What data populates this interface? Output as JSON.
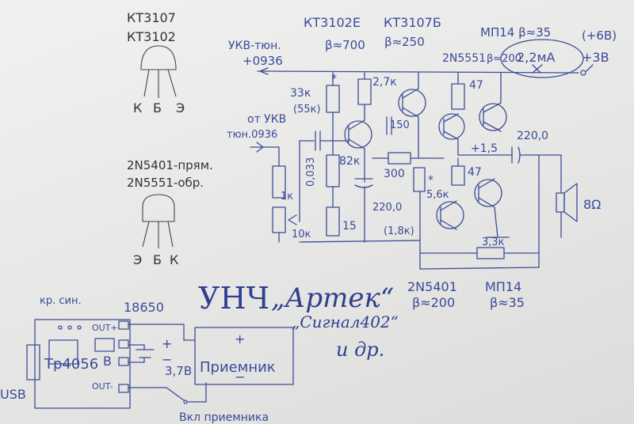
{
  "colors": {
    "ink": "#3a4a9a",
    "pencil": "#444444",
    "paper": "#ececea"
  },
  "pinouts": {
    "top_types": [
      "КТ3107",
      "КТ3102"
    ],
    "top_pins": [
      "К",
      "Б",
      "Э"
    ],
    "mid_types": [
      "2N5401-прям.",
      "2N5551-обр."
    ],
    "bottom_pins": [
      "Э",
      "Б",
      "К"
    ]
  },
  "header": {
    "tr1": "КТ3102Е",
    "tr1_beta": "β≈700",
    "tr2": "КТ3107Б",
    "tr2_beta": "β≈250",
    "mp14": "МП14 β≈35",
    "n5551": "2N5551",
    "n5551_beta": "β≈200",
    "current": "2,2мА",
    "v6": "(+6В)",
    "v3": "+3В"
  },
  "input": {
    "ukv": "УКВ-тюн.",
    "ic": "+0936",
    "from": "от УКВ",
    "from2": "тюн.0936"
  },
  "components": {
    "r33": "33к",
    "r55": "(55к)",
    "r27": "2,7к",
    "r47a": "47",
    "c150": "150",
    "c220a": "220,0",
    "v15": "+1,5",
    "c033": "0,033",
    "r82": "82к",
    "r300": "300",
    "r47b": "47",
    "r56": "5,6к",
    "r18": "(1,8к)",
    "r1k": "1к",
    "pot": "10к",
    "r15": "15",
    "c220b": "220,0",
    "r33k": "3,3к",
    "spk": "8Ω",
    "star": "*"
  },
  "titles": {
    "unch": "УНЧ",
    "artek": "„Артек“",
    "signal": "„Сигнал402“",
    "etc": "и др.",
    "n5401": "2N5401",
    "n5401_beta": "β≈200",
    "mp14": "МП14",
    "mp14_beta": "β≈35"
  },
  "power": {
    "kr": "кр. син.",
    "batt": "18650",
    "out_p": "OUT+",
    "out_m": "OUT-",
    "tp": "Tp4056",
    "b": "B",
    "plus": "+",
    "minus": "−",
    "v37": "3,7В",
    "receiver": "Приемник",
    "rplus": "+",
    "rminus": "−",
    "usb": "USB",
    "switch": "Вкл приемника"
  }
}
